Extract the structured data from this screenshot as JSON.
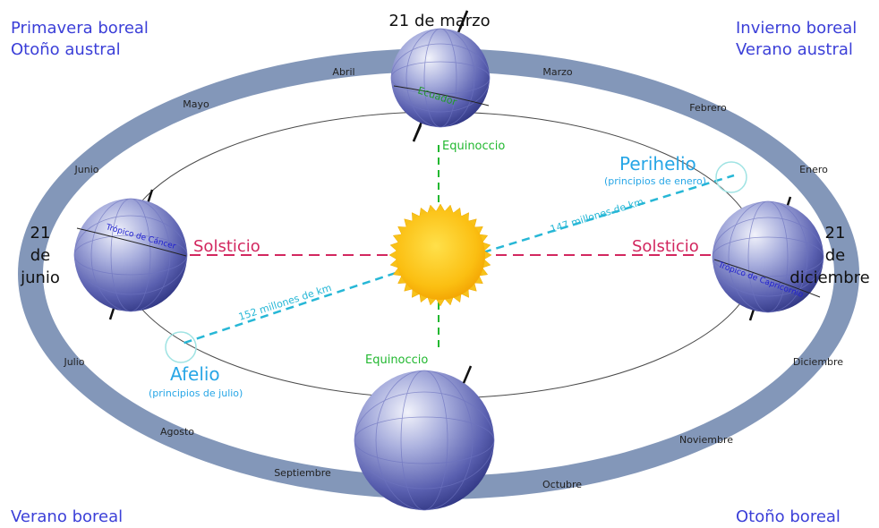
{
  "corners": {
    "top_left": [
      "Primavera boreal",
      "Otoño austral"
    ],
    "top_right": [
      "Invierno boreal",
      "Verano austral"
    ],
    "bottom_left": [
      "Verano boreal"
    ],
    "bottom_right": [
      "Otoño boreal"
    ]
  },
  "months": {
    "abril": "Abril",
    "marzo": "Marzo",
    "mayo": "Mayo",
    "febrero": "Febrero",
    "junio": "Junio",
    "enero": "Enero",
    "julio": "Julio",
    "diciembre": "Diciembre",
    "agosto": "Agosto",
    "noviembre": "Noviembre",
    "septiembre": "Septiembre",
    "octubre": "Octubre"
  },
  "dates": {
    "march": "21 de marzo",
    "june": [
      "21",
      "de",
      "junio"
    ],
    "december": [
      "21",
      "de",
      "diciembre"
    ]
  },
  "labels": {
    "solsticio_left": "Solsticio",
    "solsticio_right": "Solsticio",
    "equinoccio_top": "Equinoccio",
    "equinoccio_bottom": "Equinoccio",
    "perihelio": "Perihelio",
    "perihelio_sub": "(principios de enero)",
    "afelio": "Afelio",
    "afelio_sub": "(principios de julio)",
    "dist_perihelio": "147 millones de km",
    "dist_afelio": "152 millones de km",
    "ecuador": "Ecuador",
    "tropico_cancer": "Trópico de Cáncer",
    "tropico_capricornio": "Trópico de Capricornio"
  },
  "colors": {
    "orbit_band": "#8397b9",
    "season_text": "#3b3fd8",
    "solstice": "#d2275f",
    "equinox": "#22b830",
    "distance": "#27b7d6",
    "sun": "#f7b500"
  }
}
